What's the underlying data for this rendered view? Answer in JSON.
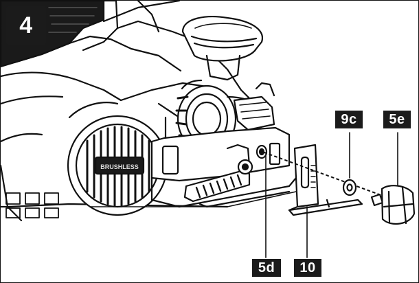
{
  "figure": {
    "step_number": "4",
    "labels": {
      "part_9c": "9c",
      "part_5e": "5e",
      "part_5d": "5d",
      "part_10": "10"
    },
    "embossed_text": "BRUSHLESS"
  },
  "colors": {
    "label_background": "#1b1b1b",
    "label_text": "#ffffff",
    "line_art": "#111111"
  }
}
